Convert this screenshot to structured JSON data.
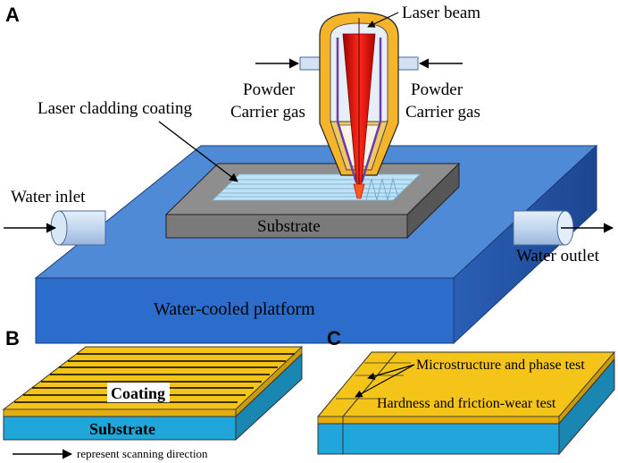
{
  "panels": {
    "a": "A",
    "b": "B",
    "c": "C"
  },
  "panel_a": {
    "laser_beam": "Laser beam",
    "powder_left": "Powder",
    "carrier_left": "Carrier gas",
    "powder_right": "Powder",
    "carrier_right": "Carrier gas",
    "coating": "Laser cladding coating",
    "water_inlet": "Water inlet",
    "water_outlet": "Water outlet",
    "substrate": "Substrate",
    "platform": "Water-cooled platform"
  },
  "panel_b": {
    "coating": "Coating",
    "substrate": "Substrate",
    "legend": "represent scanning direction"
  },
  "panel_c": {
    "micro": "Microstructure and phase test",
    "hardness": "Hardness and friction-wear test"
  },
  "colors": {
    "platform_top": "#4a86d4",
    "platform_front": "#2b69c8",
    "platform_side": "#1f4fa0",
    "substrate_top": "#8c8c8c",
    "substrate_side": "#5e5e5e",
    "coating_stripes": "#bfe3f5",
    "nozzle_outer": "#f5b42a",
    "laser_red": "#e01010",
    "inner_purple": "#6a3ea8",
    "pipe_light": "#c9dcf2",
    "b_coating": "#f5c418",
    "b_substrate": "#21a6db"
  }
}
